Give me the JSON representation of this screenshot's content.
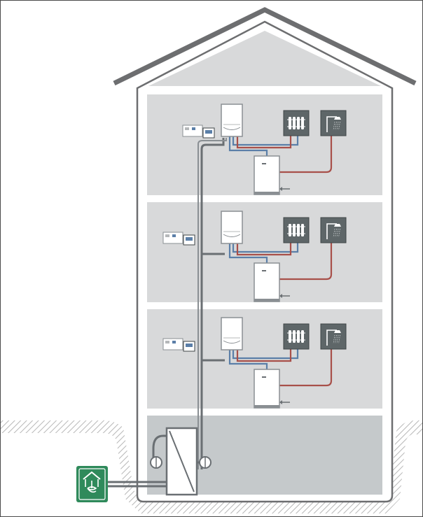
{
  "diagram": {
    "floors": [
      {
        "heat_pump": "heat-pump-unit",
        "storage_tank": "hot-water-cylinder",
        "radiator": "radiator-icon",
        "shower": "shower-icon",
        "controls": "room-controller"
      },
      {
        "heat_pump": "heat-pump-unit",
        "storage_tank": "hot-water-cylinder",
        "radiator": "radiator-icon",
        "shower": "shower-icon",
        "controls": "room-controller"
      },
      {
        "heat_pump": "heat-pump-unit",
        "storage_tank": "hot-water-cylinder",
        "radiator": "radiator-icon",
        "shower": "shower-icon",
        "controls": "room-controller"
      }
    ],
    "basement": {
      "exchanger": "heat-exchanger",
      "pumps": "circulation-pump-icon"
    },
    "source": {
      "icon": "ground-source-icon"
    },
    "colors": {
      "roof": "#6d6e70",
      "wall": "#d8d9da",
      "basement": "#c5c9cb",
      "pipe_grey": "#6a6f73",
      "pipe_blue": "#5b7fa8",
      "pipe_red": "#a8504a",
      "icon_tile": "#5e6668",
      "ground_icon": "#2f8a5b"
    }
  }
}
